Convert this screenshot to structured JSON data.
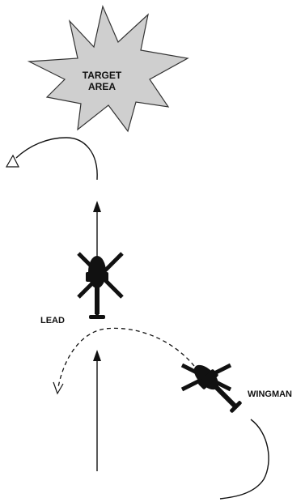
{
  "diagram": {
    "target": {
      "line1": "TARGET",
      "line2": "AREA",
      "fill_color": "#cfcfcf"
    },
    "lead": {
      "label": "LEAD"
    },
    "wingman": {
      "label": "WINGMAN"
    },
    "ink_color": "#111111"
  }
}
